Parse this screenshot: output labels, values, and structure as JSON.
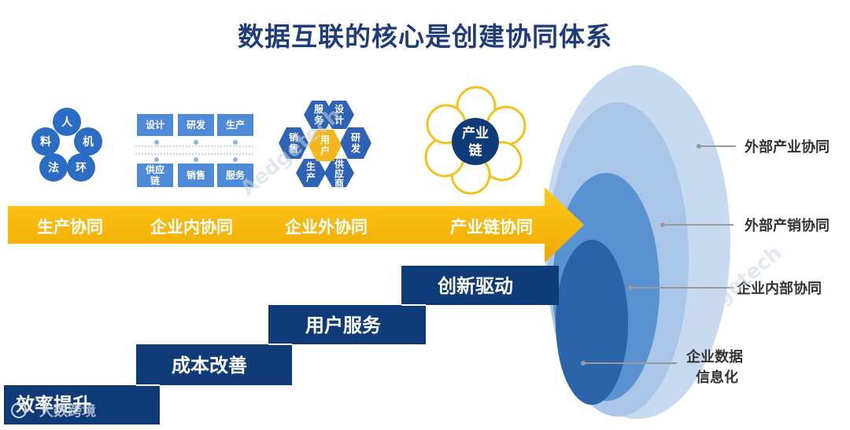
{
  "title": "数据互联的核心是创建协同体系",
  "stages": [
    {
      "label": "生产协同"
    },
    {
      "label": "企业内协同"
    },
    {
      "label": "企业外协同"
    },
    {
      "label": "产业链协同"
    }
  ],
  "circle_group": {
    "items": [
      "人",
      "机",
      "环",
      "法",
      "料"
    ]
  },
  "enterprise_grid": {
    "top": [
      "设计",
      "研发",
      "生产"
    ],
    "bottom": [
      "供应链",
      "销售",
      "服务"
    ]
  },
  "hex_group": {
    "center": "用户",
    "outer": [
      "服务",
      "设计",
      "研发",
      "供应商",
      "生产",
      "销售"
    ]
  },
  "chain_group": {
    "center": "产业链"
  },
  "steps": [
    "效率提升",
    "成本改善",
    "用户服务",
    "创新驱动"
  ],
  "rings": [
    {
      "label": "外部产业协同"
    },
    {
      "label": "外部产销协同"
    },
    {
      "label": "企业内部协同"
    },
    {
      "label": "企业数据信息化"
    }
  ],
  "watermarks": [
    "Aedgetech",
    "Aedgetech"
  ],
  "footer_logo": "大数跨境",
  "colors": {
    "title": "#1f3d7a",
    "arrow": "#f5b700",
    "step": "#0f3c78",
    "circle": "#2b6cc4",
    "ring_outer": "#c9dcf0",
    "ring_inner": "#2a63a8"
  }
}
